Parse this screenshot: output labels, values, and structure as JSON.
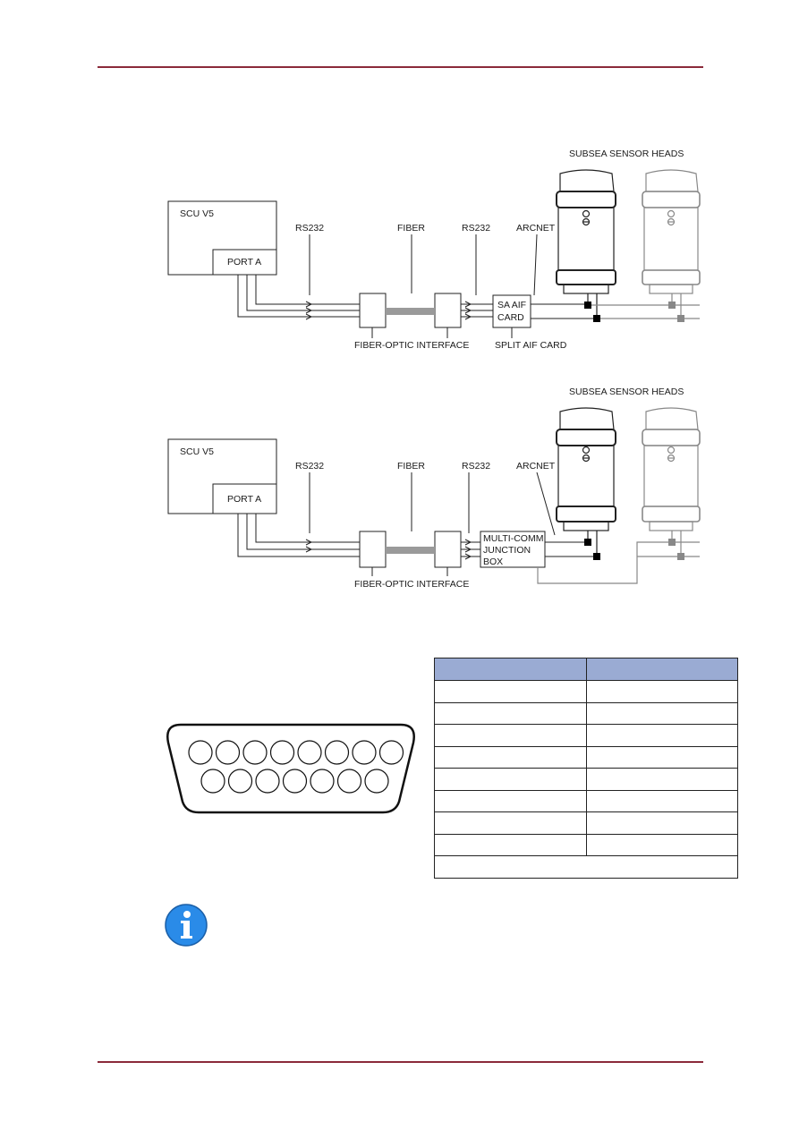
{
  "colors": {
    "rule": "#8b2a3a",
    "table_header": "#9aabd3",
    "info_icon": "#2a8be8"
  },
  "diagram1": {
    "sensor_heads_label": "SUBSEA SENSOR HEADS",
    "scu_label": "SCU V5",
    "port_label": "PORT A",
    "rs232_left": "RS232",
    "fiber": "FIBER",
    "rs232_right": "RS232",
    "arcnet": "ARCNET",
    "card_line1": "SA AIF",
    "card_line2": "CARD",
    "fo_interface": "FIBER-OPTIC INTERFACE",
    "split_card": "SPLIT AIF CARD"
  },
  "diagram2": {
    "sensor_heads_label": "SUBSEA SENSOR HEADS",
    "scu_label": "SCU V5",
    "port_label": "PORT A",
    "rs232_left": "RS232",
    "fiber": "FIBER",
    "rs232_right": "RS232",
    "arcnet": "ARCNET",
    "box_line1": "MULTI-COMM",
    "box_line2": "JUNCTION",
    "box_line3": "BOX",
    "fo_interface": "FIBER-OPTIC INTERFACE"
  },
  "connector": {
    "top_row_pins": 8,
    "bottom_row_pins": 7,
    "icon": "db15-connector-icon"
  },
  "pin_table": {
    "rows": 8,
    "has_footer_row": true
  },
  "info": {
    "icon": "info-icon"
  }
}
